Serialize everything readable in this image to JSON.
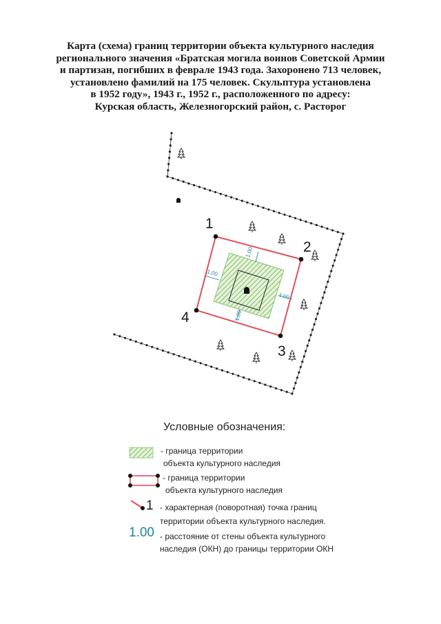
{
  "title": {
    "lines": [
      "Карта (схема) границ территории объекта культурного наследия",
      "регионального значения «Братская могила воинов Советской Армии",
      "и партизан, погибших в феврале 1943 года. Захоронено 713 человек,",
      "установлено фамилий на 175 человек. Скульптура установлена",
      "в 1952 году», 1943 г., 1952 г., расположенного по адресу:",
      "Курская область, Железногорский район, с. Расторог"
    ]
  },
  "map": {
    "points": [
      {
        "label": "1"
      },
      {
        "label": "2"
      },
      {
        "label": "3"
      },
      {
        "label": "4"
      }
    ],
    "distances": [
      "1,00",
      "1,00",
      "1,00",
      "1,00"
    ]
  },
  "legend": {
    "heading": "Условные обозначения:",
    "items": [
      {
        "line1": "- граница территории",
        "line2": "объекта культурного наследия"
      },
      {
        "line1": "- граница территории",
        "line2": "объекта культурного наследия"
      },
      {
        "symbol": "1",
        "line1": "- характерная (поворотная) точка границ",
        "line2": "территории объекта культурного наследия."
      },
      {
        "symbol": "1.00",
        "line1": "- расстояние от стены объекта культурного",
        "line2": "наследия (ОКН) до границы территории ОКН"
      }
    ]
  },
  "colors": {
    "boundary_red": "#e0505a",
    "zone_green": "#86c26a",
    "distance_blue": "#1f7fa8",
    "fence": "#333333"
  }
}
